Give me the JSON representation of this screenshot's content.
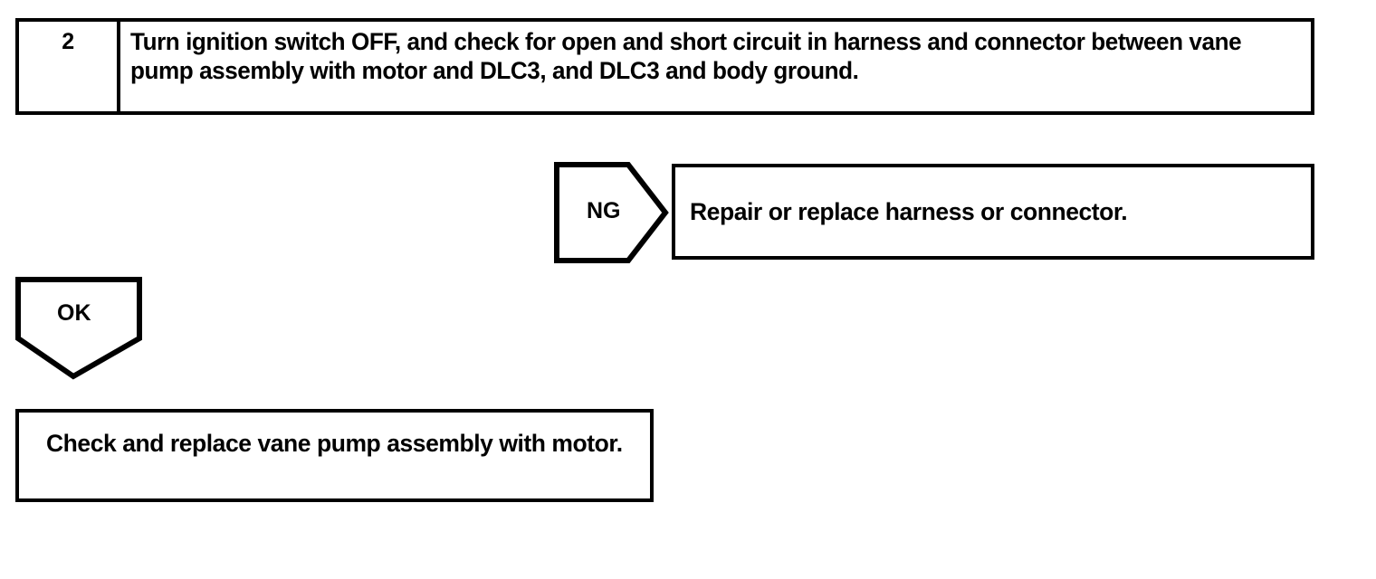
{
  "document": {
    "type": "diagnostic-flowchart",
    "background_color": "#ffffff",
    "line_color": "#000000",
    "text_color": "#000000"
  },
  "step_table": {
    "number": "2",
    "instruction": "Turn ignition switch OFF, and check for open and short circuit in harness and connector between vane pump assembly with motor and DLC3, and DLC3 and body ground."
  },
  "branches": {
    "ng": {
      "label": "NG",
      "shape": "right-pointing-pentagon",
      "result": "Repair or replace harness or connector."
    },
    "ok": {
      "label": "OK",
      "shape": "down-pointing-pentagon",
      "result": "Check and replace vane pump assembly with motor."
    }
  }
}
